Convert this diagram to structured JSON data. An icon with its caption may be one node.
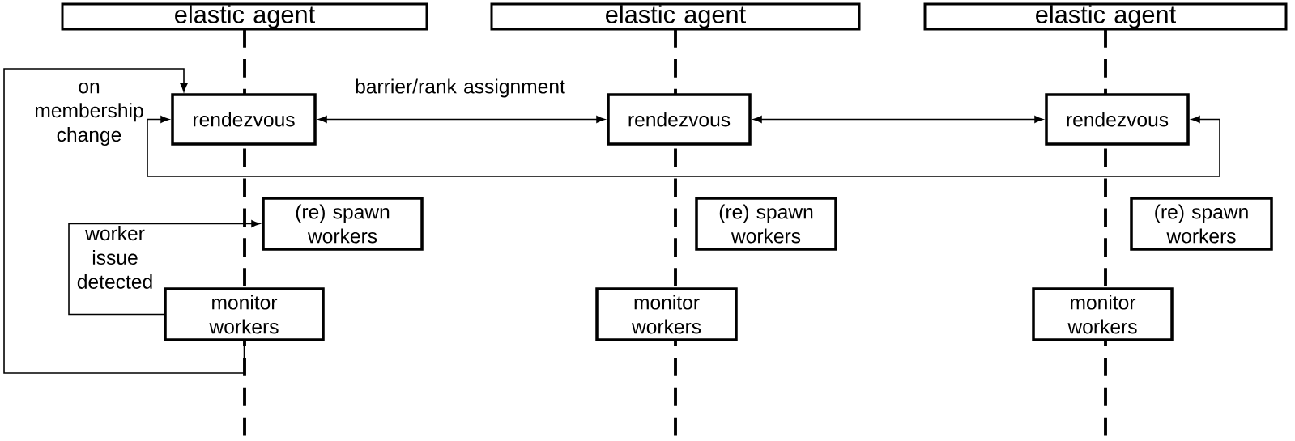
{
  "diagram": {
    "nodes": [
      {
        "text": [
          "elastic agent"
        ]
      },
      {
        "text": [
          "elastic agent"
        ]
      },
      {
        "text": [
          "elastic agent"
        ]
      },
      {
        "text": [
          "rendezvous"
        ]
      },
      {
        "text": [
          "rendezvous"
        ]
      },
      {
        "text": [
          "rendezvous"
        ]
      },
      {
        "text": [
          "(re) spawn workers"
        ]
      },
      {
        "text": [
          "(re) spawn workers"
        ]
      },
      {
        "text": [
          "(re) spawn workers"
        ]
      },
      {
        "text": [
          "monitor workers"
        ]
      },
      {
        "text": [
          "monitor workers"
        ]
      },
      {
        "text": [
          "monitor workers"
        ]
      }
    ],
    "edges": [
      {
        "from": 3,
        "to": 4,
        "arrow": "both",
        "label": "barrier/rank assignment"
      },
      {
        "from": 4,
        "to": 5,
        "arrow": "both"
      },
      {
        "from": 3,
        "to": 5,
        "arrow": "both"
      },
      {
        "from": 9,
        "to": 6,
        "arrow": "to",
        "label": "worker issue detected"
      },
      {
        "from": 9,
        "to": 3,
        "arrow": "to",
        "label": "on membership change"
      }
    ]
  }
}
